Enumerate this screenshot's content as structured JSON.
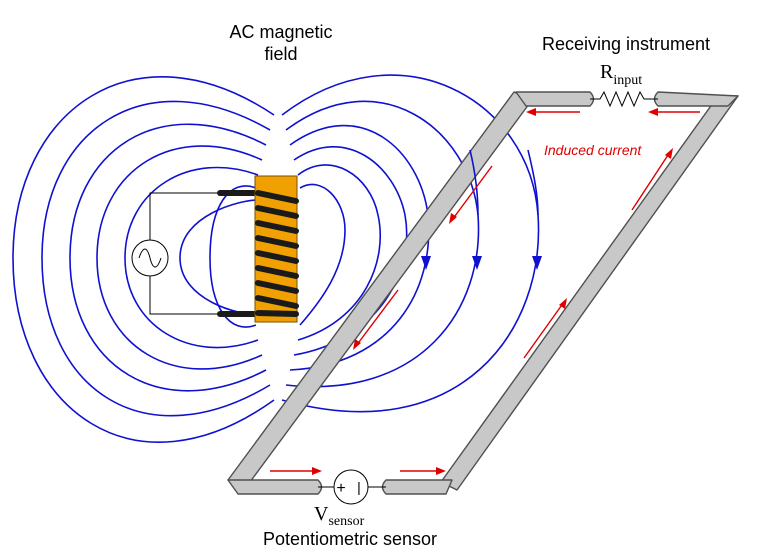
{
  "labels": {
    "field_line1": "AC magnetic",
    "field_line2": "field",
    "receiving": "Receiving instrument",
    "r_main": "R",
    "r_sub": "input",
    "induced": "Induced current",
    "v_main": "V",
    "v_sub": "sensor",
    "sensor_caption": "Potentiometric sensor",
    "plus": "+",
    "minus": "|"
  },
  "colors": {
    "field_lines": "#1010d0",
    "current_arrows": "#e00000",
    "coil_core": "#f0a000",
    "loop_fill": "#c8c8c8",
    "loop_stroke": "#505050",
    "winding": "#1a1a1a"
  },
  "icons": {
    "ac_source": "ac-source-icon",
    "resistor": "resistor-icon",
    "voltmeter": "voltage-source-icon"
  }
}
